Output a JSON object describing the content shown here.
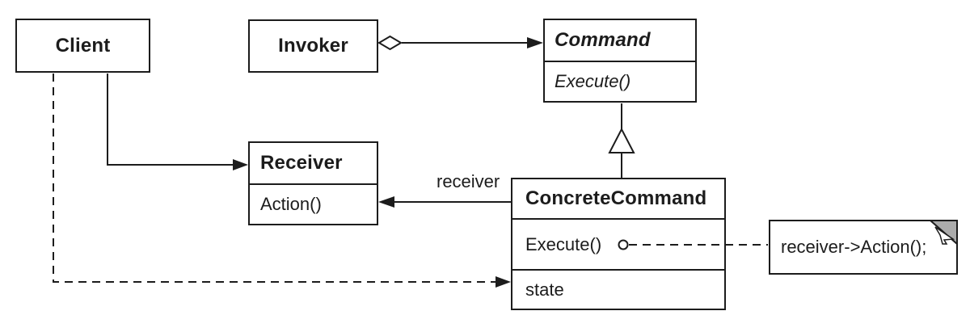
{
  "classes": {
    "client": {
      "name": "Client"
    },
    "invoker": {
      "name": "Invoker"
    },
    "command": {
      "name": "Command",
      "methods": [
        "Execute()"
      ]
    },
    "receiver": {
      "name": "Receiver",
      "methods": [
        "Action()"
      ]
    },
    "concrete_command": {
      "name": "ConcreteCommand",
      "methods": [
        "Execute()"
      ],
      "attributes": [
        "state"
      ]
    }
  },
  "labels": {
    "receiver_role": "receiver"
  },
  "note": {
    "text": "receiver->Action();"
  },
  "colors": {
    "line": "#1c1c1c",
    "note_fold": "#ababab",
    "background": "#ffffff"
  }
}
